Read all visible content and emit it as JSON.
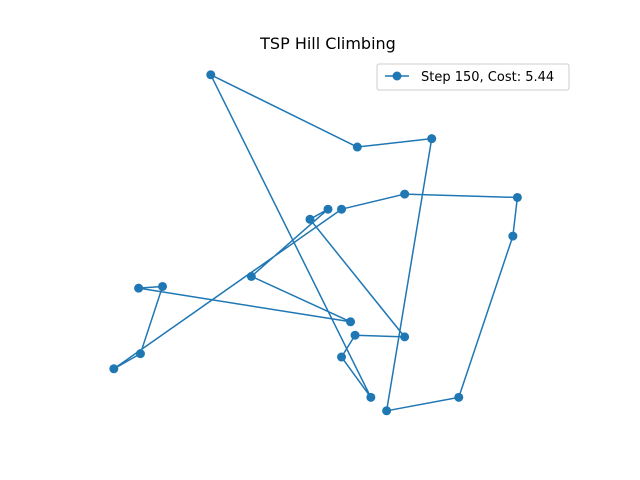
{
  "chart_data": {
    "type": "line",
    "title": "TSP Hill Climbing",
    "xlabel": "",
    "ylabel": "",
    "axes_visible": false,
    "grid": false,
    "legend_position": "top-right",
    "xlim": [
      -0.05,
      1.05
    ],
    "ylim": [
      -0.05,
      1.05
    ],
    "series": [
      {
        "name": "Step 150, Cost: 5.44",
        "color": "#1f77b4",
        "marker": "circle",
        "x": [
          0.24,
          0.565,
          0.73,
          0.63,
          0.79,
          0.91,
          0.92,
          0.67,
          0.53,
          0.025,
          0.084,
          0.133,
          0.08,
          0.55,
          0.33,
          0.5,
          0.46,
          0.67,
          0.56,
          0.53,
          0.595,
          0.24
        ],
        "y": [
          1.0,
          0.785,
          0.81,
          0.0,
          0.04,
          0.52,
          0.635,
          0.645,
          0.6,
          0.125,
          0.17,
          0.37,
          0.365,
          0.265,
          0.4,
          0.6,
          0.57,
          0.22,
          0.225,
          0.16,
          0.04,
          1.0
        ]
      }
    ]
  }
}
